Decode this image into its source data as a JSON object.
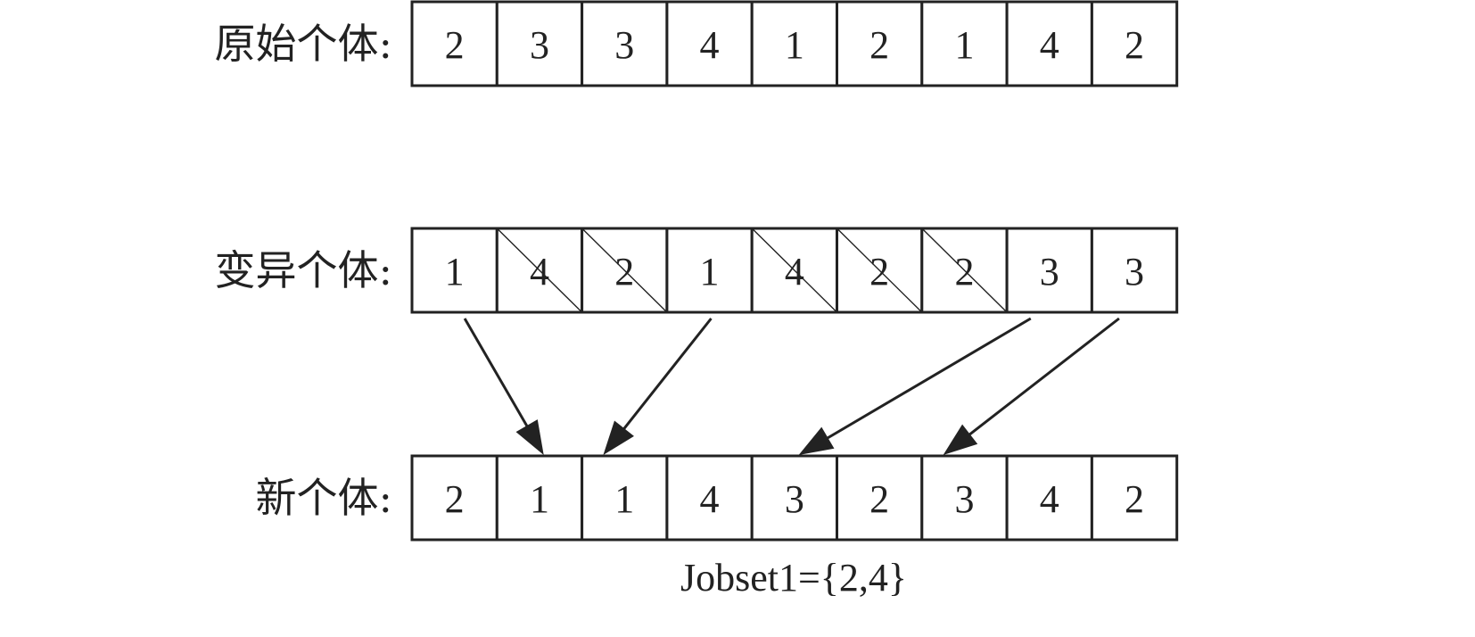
{
  "rows": [
    {
      "id": "original",
      "label": "原始个体:",
      "cells": [
        "2",
        "3",
        "3",
        "4",
        "1",
        "2",
        "1",
        "4",
        "2"
      ],
      "struck_cells": []
    },
    {
      "id": "mutated",
      "label": "变异个体:",
      "cells": [
        "1",
        "4",
        "2",
        "1",
        "4",
        "2",
        "2",
        "3",
        "3"
      ],
      "struck_cells": [
        1,
        2,
        4,
        5,
        6
      ]
    },
    {
      "id": "new",
      "label": "新个体:",
      "cells": [
        "2",
        "1",
        "1",
        "4",
        "3",
        "2",
        "3",
        "4",
        "2"
      ],
      "struck_cells": []
    }
  ],
  "arrows": [
    {
      "from_cell": 0,
      "to_cell": 1
    },
    {
      "from_cell": 3,
      "to_cell": 2
    },
    {
      "from_cell": 7,
      "to_cell": 4
    },
    {
      "from_cell": 8,
      "to_cell": 6
    }
  ],
  "caption": "Jobset1={2,4}",
  "colors": {
    "stroke": "#222222",
    "background": "#ffffff"
  }
}
